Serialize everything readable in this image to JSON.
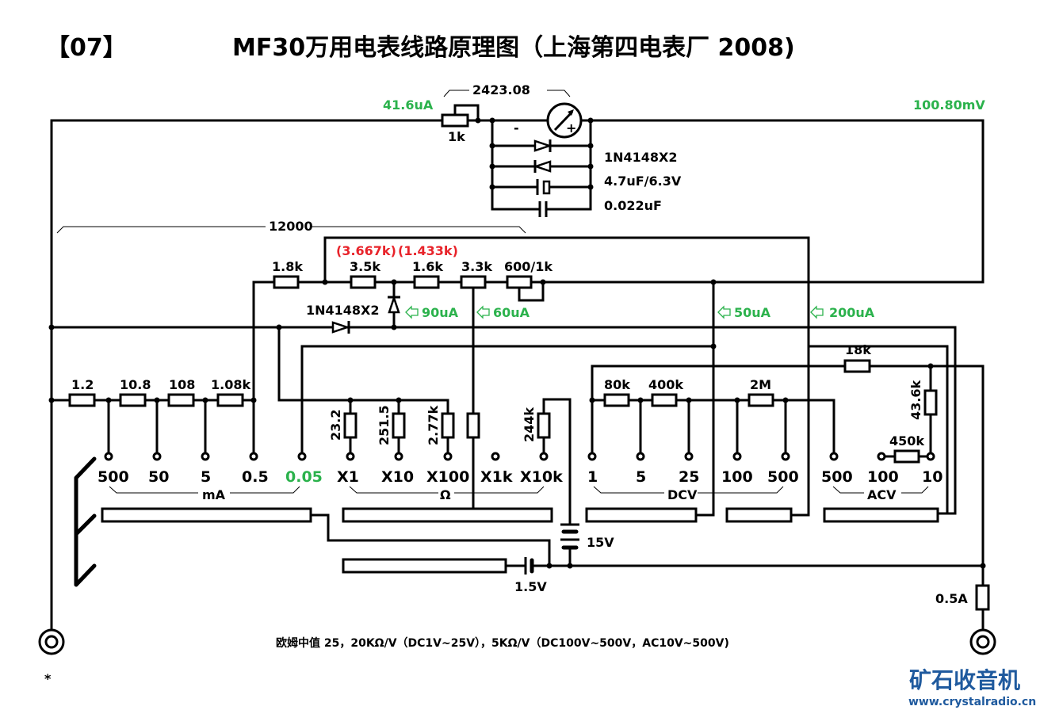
{
  "header": {
    "index": "【07】",
    "title": "MF30万用电表线路原理图（上海第四电表厂 2008)"
  },
  "meter": {
    "bracket_label": "2423.08",
    "current_label": "41.6uA",
    "voltage_label": "100.80mV",
    "pot_label": "1k",
    "minus": "-",
    "plus": "+",
    "diodes_label": "1N4148X2",
    "cap1_label": "4.7uF/6.3V",
    "cap2_label": "0.022uF",
    "colors": {
      "green": "#2bb24c",
      "red": "#e8232a"
    }
  },
  "ohm_shunt": {
    "bracket_label": "12000",
    "r1": "1.8k",
    "r2": "3.5k",
    "r2_alt": "(3.667k)",
    "r3": "1.6k",
    "r3_alt": "(1.433k)",
    "r4": "3.3k",
    "r5": "600/1k",
    "diode_label": "1N4148X2",
    "currents": [
      "90uA",
      "60uA",
      "50uA",
      "200uA"
    ]
  },
  "ma_section": {
    "resistors": [
      "1.2",
      "10.8",
      "108",
      "1.08k"
    ],
    "ranges": [
      "500",
      "50",
      "5",
      "0.5",
      "0.05"
    ],
    "group_label": "mA"
  },
  "ohm_section": {
    "resistors": [
      "23.2",
      "251.5",
      "2.77k",
      "244k"
    ],
    "ranges": [
      "X1",
      "X10",
      "X100",
      "X1k",
      "X10k"
    ],
    "group_label": "Ω"
  },
  "dcv_section": {
    "resistors": [
      "80k",
      "400k",
      "2M"
    ],
    "ranges": [
      "1",
      "5",
      "25",
      "100",
      "500"
    ],
    "group_label": "DCV"
  },
  "acv_section": {
    "resistors": [
      "18k",
      "43.6k",
      "450k"
    ],
    "ranges": [
      "500",
      "100",
      "10"
    ],
    "group_label": "ACV"
  },
  "power": {
    "battery_high": "15V",
    "battery_low": "1.5V",
    "fuse": "0.5A"
  },
  "terminals": {
    "common_mark": "*"
  },
  "footer": {
    "note": "欧姆中值 25，20KΩ/V（DC1V~25V），5KΩ/V（DC100V~500V，AC10V~500V)"
  },
  "watermark": {
    "name": "矿石收音机",
    "url": "www.crystalradio.cn"
  }
}
